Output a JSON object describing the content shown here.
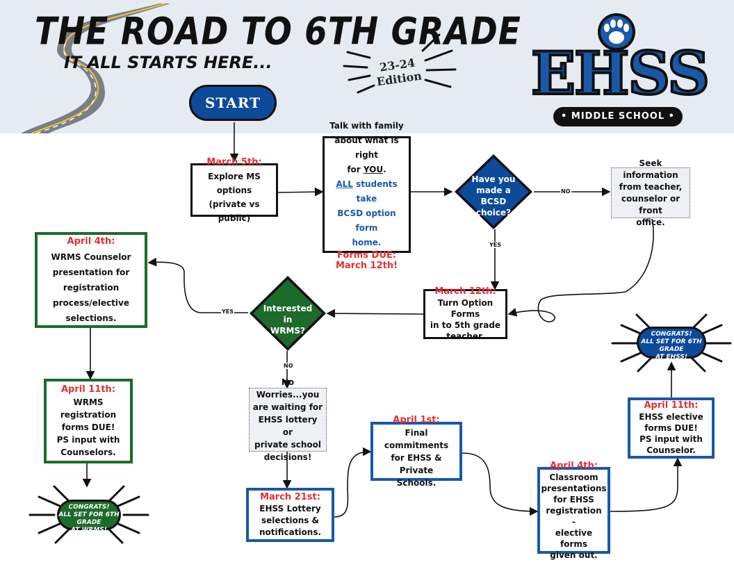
{
  "header": {
    "title": "THE ROAD TO 6TH GRADE",
    "subtitle": "IT ALL STARTS HERE...",
    "edition_line1": "23-24",
    "edition_line2": "Edition",
    "logo_main": "EHSS",
    "logo_sub": "• MIDDLE SCHOOL •"
  },
  "start": {
    "label": "START"
  },
  "steps": {
    "march5": {
      "date": "March 5th:",
      "l1": "Explore MS options",
      "l2": "(private vs public)"
    },
    "talk": {
      "l1": "Talk with family",
      "l2": "about what is right",
      "l3a": "for ",
      "l3b": "YOU",
      "l3c": ".",
      "l4a": "ALL",
      "l4b": " students take",
      "l5": "BCSD option form",
      "l6": "home.",
      "due1": "Forms DUE:",
      "due2": "March 12th!"
    },
    "decision_bcsd": {
      "l1": "Have you",
      "l2": "made a BCSD",
      "l3": "choice?"
    },
    "seek": {
      "l1": "Seek information",
      "l2": "from teacher,",
      "l3": "counselor or front",
      "l4": "office."
    },
    "march12": {
      "date": "March 12th:",
      "l1": "Turn Option Forms",
      "l2": "in to 5th grade",
      "l3": "teacher."
    },
    "decision_wrms": {
      "l1": "Interested in",
      "l2": "WRMS?"
    },
    "april4_wrms": {
      "date": "April 4th:",
      "l1": "WRMS Counselor",
      "l2": "presentation for",
      "l3": "registration",
      "l4": "process/elective",
      "l5": "selections."
    },
    "april11_wrms": {
      "date": "April 11th:",
      "l1": "WRMS",
      "l2": "registration",
      "l3": "forms DUE!",
      "l4": "PS input with",
      "l5": "Counselors."
    },
    "congrats_wrms": {
      "l1": "CONGRATS!",
      "l2": "ALL SET FOR 6TH GRADE",
      "l3": "AT WRMS!"
    },
    "noworries": {
      "l1": "No Worries...you",
      "l2": "are waiting for",
      "l3": "EHSS lottery or",
      "l4": "private school",
      "l5": "decisions!"
    },
    "march21": {
      "date": "March 21st:",
      "l1": "EHSS Lottery",
      "l2": "selections &",
      "l3": "notifications."
    },
    "april1": {
      "date": "April 1st:",
      "l1": "Final commitments",
      "l2": "for EHSS & Private",
      "l3": "Schools."
    },
    "april4_ehss": {
      "date": "April 4th:",
      "l1": "Classroom",
      "l2": "presentations",
      "l3": "for EHSS",
      "l4": "registration -",
      "l5": "elective forms",
      "l6": "given out."
    },
    "april11_ehss": {
      "date": "April 11th:",
      "l1": "EHSS elective",
      "l2": "forms DUE!",
      "l3": "PS input with",
      "l4": "Counselor."
    },
    "congrats_ehss": {
      "l1": "CONGRATS!",
      "l2": "ALL SET FOR 6TH GRADE",
      "l3": "AT EHSS!"
    }
  },
  "labels": {
    "no1": "NO",
    "yes1": "YES",
    "yes2": "YES",
    "no2": "NO"
  },
  "colors": {
    "blue": "#0d4a9a",
    "green": "#1d6b2a",
    "red": "#e52f2f",
    "header_bg": "#e6ebf1"
  }
}
